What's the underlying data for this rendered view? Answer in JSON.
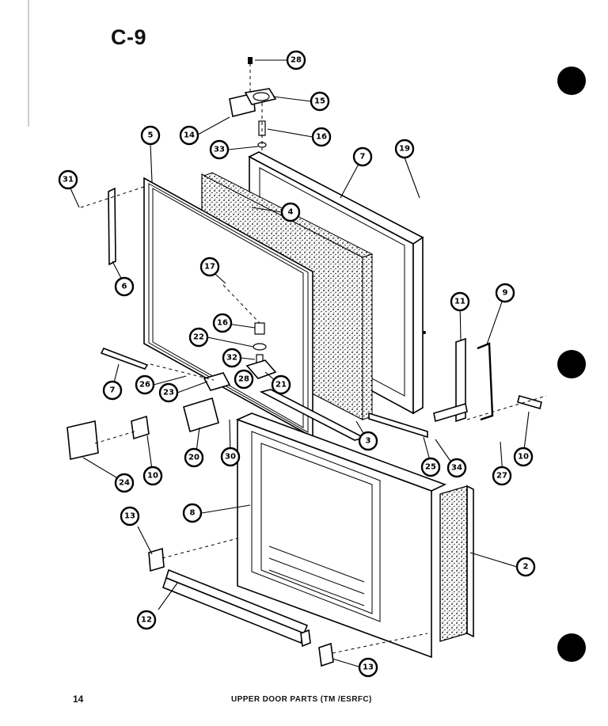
{
  "header": {
    "title": "C-9"
  },
  "footer": {
    "page_number": "14",
    "caption": "UPPER DOOR PARTS (TM /ESRFC)"
  },
  "callouts": [
    {
      "id": "c28a",
      "label": "28"
    },
    {
      "id": "c15",
      "label": "15"
    },
    {
      "id": "c14",
      "label": "14"
    },
    {
      "id": "c16a",
      "label": "16"
    },
    {
      "id": "c33",
      "label": "33"
    },
    {
      "id": "c5",
      "label": "5"
    },
    {
      "id": "c7a",
      "label": "7"
    },
    {
      "id": "c19",
      "label": "19"
    },
    {
      "id": "c31",
      "label": "31"
    },
    {
      "id": "c4",
      "label": "4"
    },
    {
      "id": "c6",
      "label": "6"
    },
    {
      "id": "c17",
      "label": "17"
    },
    {
      "id": "c16b",
      "label": "16"
    },
    {
      "id": "c22",
      "label": "22"
    },
    {
      "id": "c32",
      "label": "32"
    },
    {
      "id": "c28b",
      "label": "28"
    },
    {
      "id": "c21",
      "label": "21"
    },
    {
      "id": "c7b",
      "label": "7"
    },
    {
      "id": "c26",
      "label": "26"
    },
    {
      "id": "c23",
      "label": "23"
    },
    {
      "id": "c11",
      "label": "11"
    },
    {
      "id": "c9",
      "label": "9"
    },
    {
      "id": "c3",
      "label": "3"
    },
    {
      "id": "c25",
      "label": "25"
    },
    {
      "id": "c34",
      "label": "34"
    },
    {
      "id": "c27",
      "label": "27"
    },
    {
      "id": "c10a",
      "label": "10"
    },
    {
      "id": "c20",
      "label": "20"
    },
    {
      "id": "c30",
      "label": "30"
    },
    {
      "id": "c24",
      "label": "24"
    },
    {
      "id": "c10b",
      "label": "10"
    },
    {
      "id": "c8",
      "label": "8"
    },
    {
      "id": "c2",
      "label": "2"
    },
    {
      "id": "c13a",
      "label": "13"
    },
    {
      "id": "c12",
      "label": "12"
    },
    {
      "id": "c13b",
      "label": "13"
    }
  ]
}
